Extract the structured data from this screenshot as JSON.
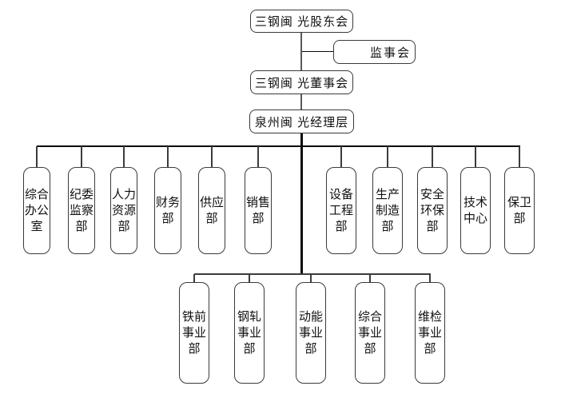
{
  "org_chart": {
    "top_nodes": [
      {
        "id": "shareholders",
        "label": "三钢闽 光股东会"
      },
      {
        "id": "supervisory",
        "label": "监事会"
      },
      {
        "id": "board",
        "label": "三钢闽 光董事会"
      },
      {
        "id": "management",
        "label": "泉州闽 光经理层"
      }
    ],
    "departments": [
      {
        "label": "综合办公室"
      },
      {
        "label": "纪委监察部"
      },
      {
        "label": "人力资源部"
      },
      {
        "label": "财务部"
      },
      {
        "label": "供应部"
      },
      {
        "label": "销售部"
      },
      {
        "label": "设备工程部"
      },
      {
        "label": "生产制造部"
      },
      {
        "label": "安全环保部"
      },
      {
        "label": "技术中心"
      },
      {
        "label": "保卫部"
      }
    ],
    "divisions": [
      {
        "label": "铁前事业部"
      },
      {
        "label": "钢轧事业部"
      },
      {
        "label": "动能事业部"
      },
      {
        "label": "综合事业部"
      },
      {
        "label": "维检事业部"
      }
    ],
    "colors": {
      "background": "#ffffff",
      "box_border": "#3a3a3a",
      "line_thin": "#595959",
      "line_thick": "#0a0a0a",
      "text": "#111111"
    }
  }
}
